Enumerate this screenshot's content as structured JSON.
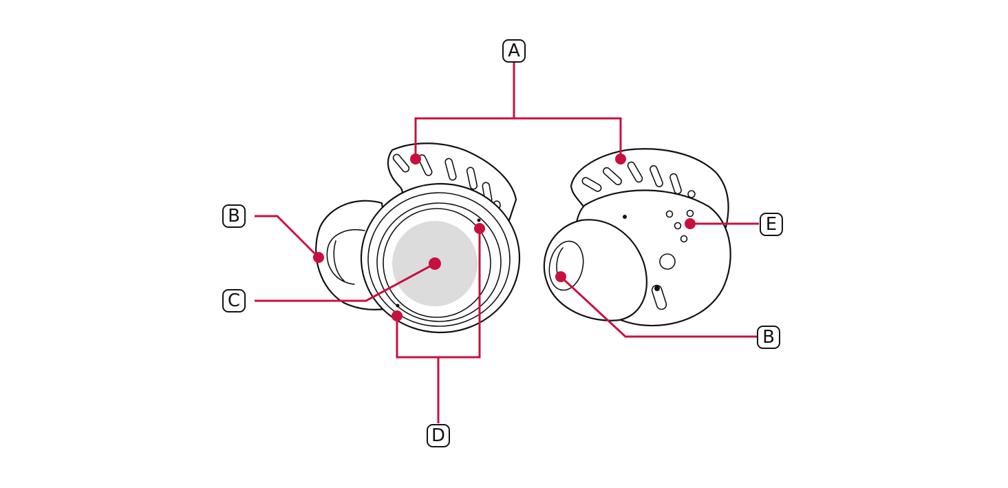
{
  "colors": {
    "leader": "#c8103e",
    "outline": "#111111",
    "sensor": "#dcdcdd"
  },
  "labels": {
    "a": "A",
    "b_left": "B",
    "b_right": "B",
    "c": "C",
    "d": "D",
    "e": "E"
  }
}
